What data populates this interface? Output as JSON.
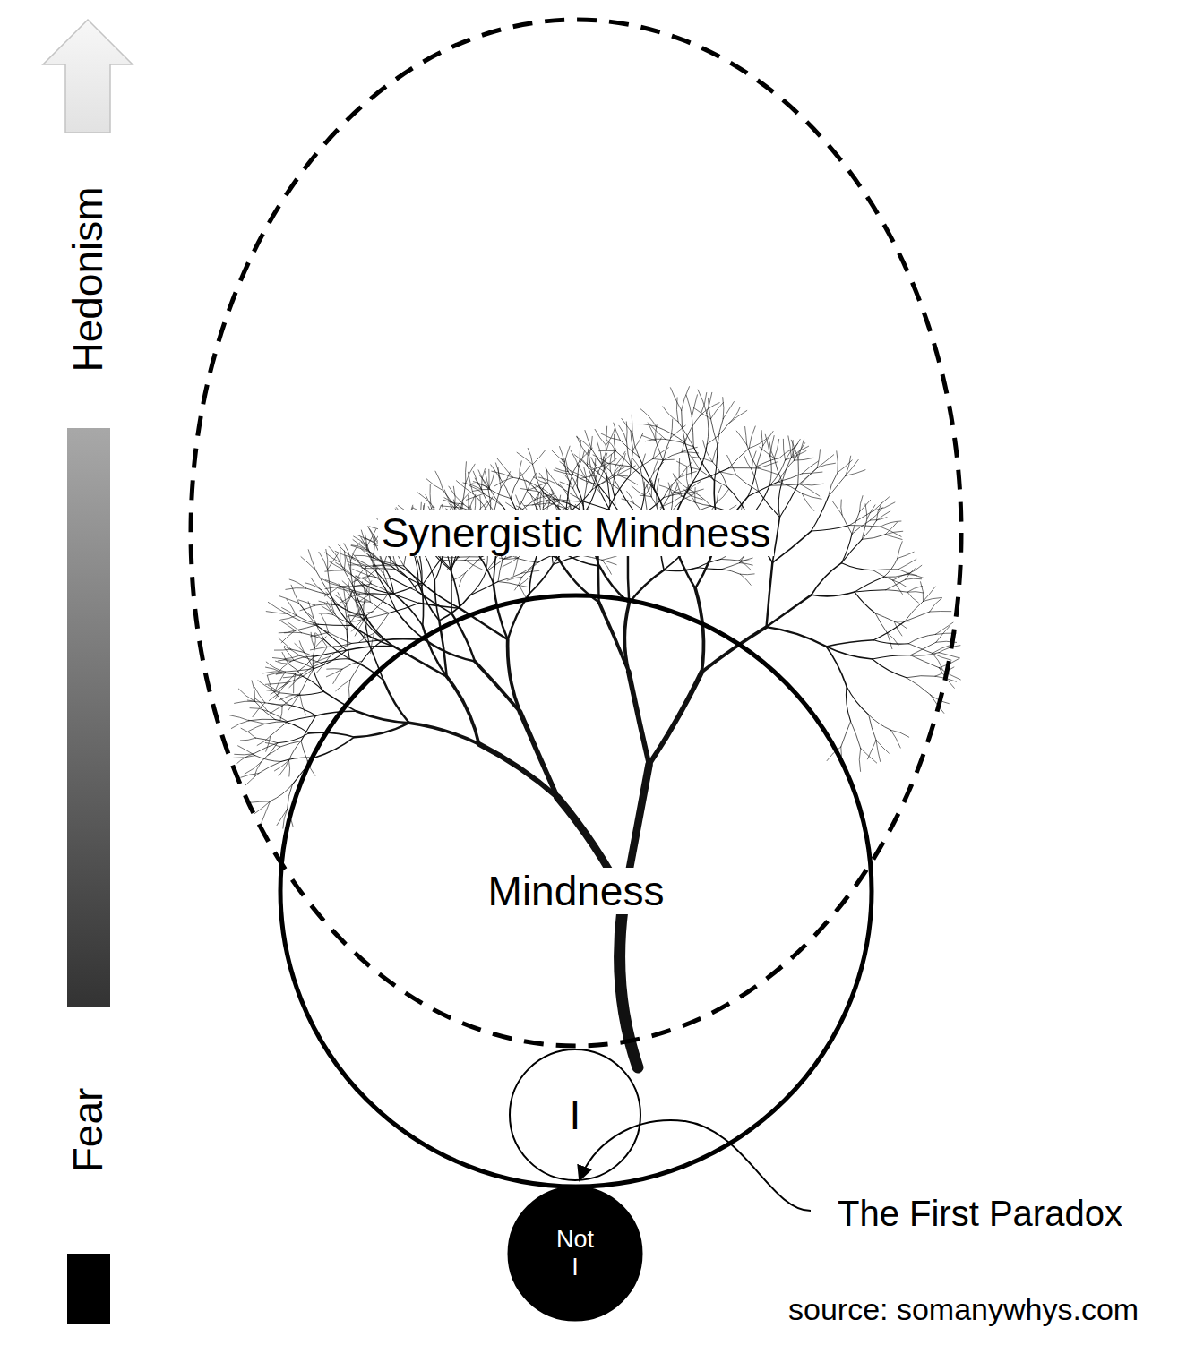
{
  "diagram": {
    "nodes": [
      {
        "text": [
          "Synergistic Mindness"
        ]
      },
      {
        "text": [
          "Mindness"
        ]
      },
      {
        "text": [
          "I"
        ],
        "in": 1
      },
      {
        "text": [
          "Not I"
        ]
      }
    ],
    "labels": [
      "Hedonism",
      "Fear",
      "The First Paradox",
      "source: somanywhys.com"
    ]
  }
}
